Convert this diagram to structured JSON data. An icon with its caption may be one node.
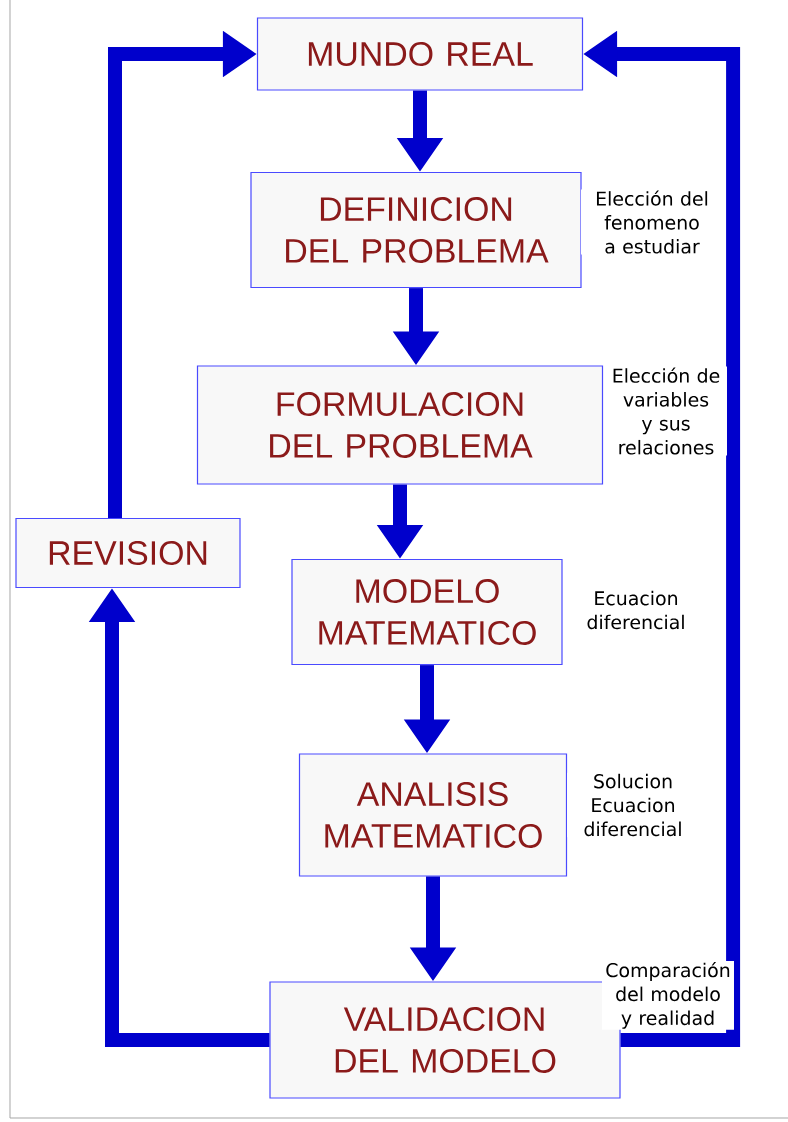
{
  "diagram": {
    "nodes": [
      {
        "text": [
          "MUNDO REAL"
        ]
      },
      {
        "text": [
          "DEFINICION DEL PROBLEMA"
        ],
        "beside": [
          "Elección del fenomeno a estudiar"
        ]
      },
      {
        "text": [
          "FORMULACION DEL PROBLEMA"
        ],
        "beside": [
          "Elección de variables y sus relaciones"
        ]
      },
      {
        "text": [
          "MODELO MATEMATICO"
        ],
        "beside": [
          "Ecuacion diferencial"
        ]
      },
      {
        "text": [
          "ANALISIS MATEMATICO"
        ],
        "beside": [
          "Solucion Ecuacion diferencial"
        ]
      },
      {
        "text": [
          "VALIDACION DEL MODELO"
        ],
        "beside": [
          "Comparación del modelo y realidad"
        ]
      },
      {
        "text": [
          "REVISION"
        ]
      }
    ],
    "edges": [
      {
        "from": 0,
        "to": 1,
        "arrow": "to"
      },
      {
        "from": 1,
        "to": 2,
        "arrow": "to"
      },
      {
        "from": 2,
        "to": 3,
        "arrow": "to"
      },
      {
        "from": 3,
        "to": 4,
        "arrow": "to"
      },
      {
        "from": 4,
        "to": 5,
        "arrow": "to"
      },
      {
        "from": 5,
        "to": 6,
        "arrow": "to"
      },
      {
        "from": 6,
        "to": 0,
        "arrow": "to"
      },
      {
        "from": 5,
        "to": 0,
        "arrow": "to"
      }
    ]
  }
}
